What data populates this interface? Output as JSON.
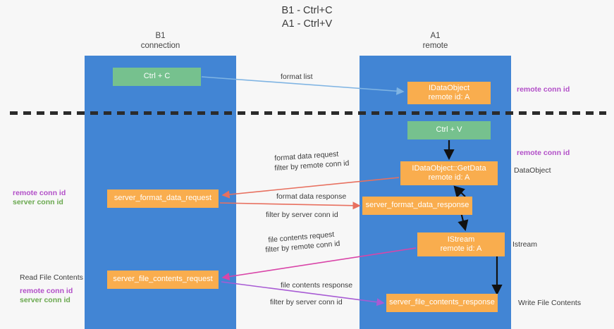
{
  "title": {
    "line1": "B1 - Ctrl+C",
    "line2": "A1 - Ctrl+V"
  },
  "lanes": [
    {
      "name": "B1",
      "sub": "connection",
      "color": "#4285d4"
    },
    {
      "name": "A1",
      "sub": "remote",
      "color": "#4285d4"
    }
  ],
  "colors": {
    "lane": "#4285d4",
    "green_box": "#76c18e",
    "orange_box": "#f9ad4e",
    "purple_text": "#b24fc8",
    "green_text": "#6aa84f",
    "arrow_blue": "#7fb4e3",
    "arrow_red": "#e8705f",
    "arrow_magenta": "#d945a8",
    "arrow_purple": "#a85bd4",
    "arrow_black": "#000000",
    "divider": "#2b2b2b"
  },
  "boxes": {
    "ctrl_c": {
      "label": "Ctrl + C"
    },
    "dataobject_remote": {
      "line1": "IDataObject",
      "line2": "remote id: A"
    },
    "ctrl_v": {
      "label": "Ctrl + V"
    },
    "getdata": {
      "line1": "IDataObject::GetData",
      "line2": "remote id: A"
    },
    "server_format_data_request": {
      "label": "server_format_data_request"
    },
    "server_format_data_response": {
      "label": "server_format_data_response"
    },
    "istream": {
      "line1": "IStream",
      "line2": "remote id: A"
    },
    "server_file_contents_request": {
      "label": "server_file_contents_request"
    },
    "server_file_contents_response": {
      "label": "server_file_contents_response"
    }
  },
  "labels": {
    "format_list": "format list",
    "remote_conn_id": "remote conn id",
    "server_conn_id": "server conn id",
    "dataobject_side": "DataObject",
    "istream_side": "Istream",
    "write_file_contents": "Write File Contents",
    "read_file_contents": "Read File Contents",
    "format_data_request": "format data request",
    "format_data_response": "format data response",
    "file_contents_request": "file contents request",
    "file_contents_response": "file contents response",
    "filter_by": "filter by "
  }
}
